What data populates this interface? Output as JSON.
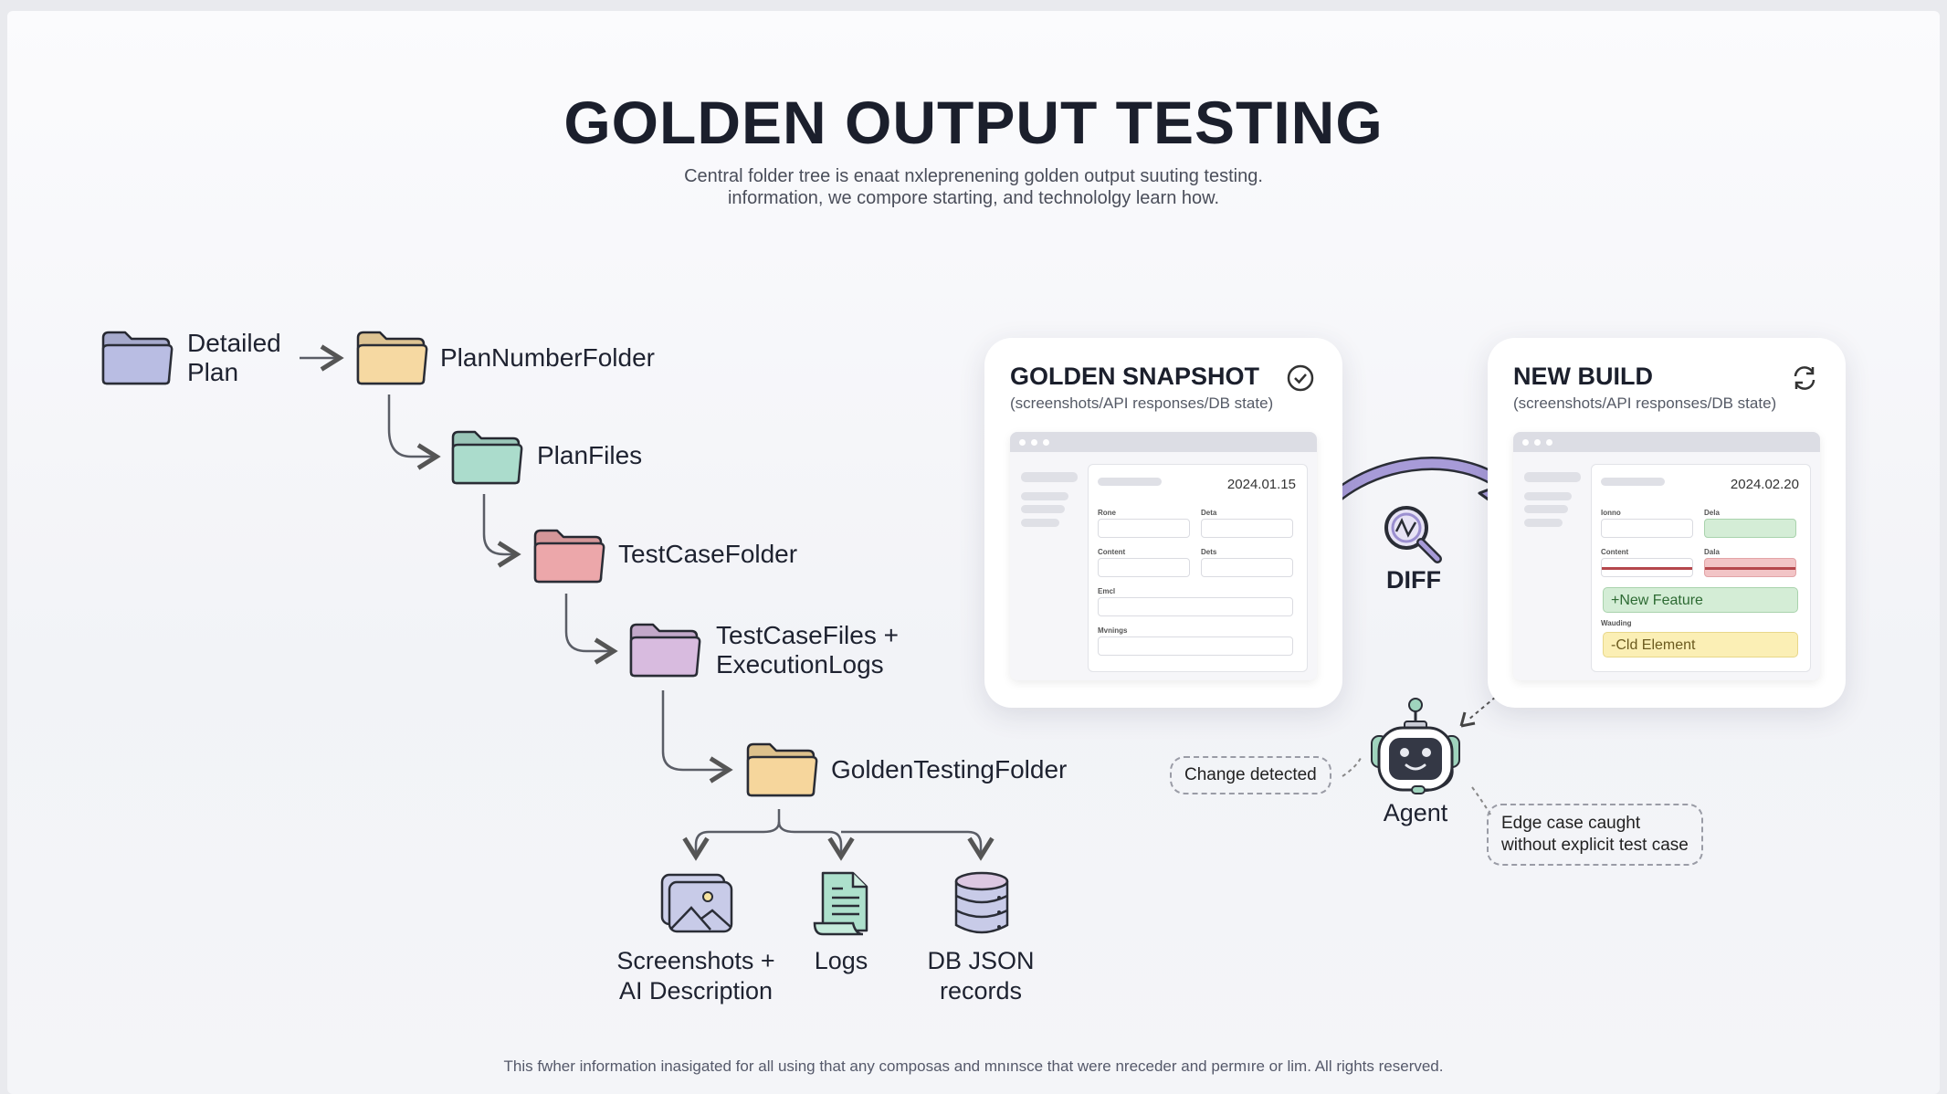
{
  "title": "GOLDEN OUTPUT TESTING",
  "subtitle": [
    "Central folder tree is enaat nxleprenening golden output suuting testing.",
    "information, we compore starting, and technololgy learn how."
  ],
  "tree": [
    {
      "label": "Detailed Plan",
      "color": "#b9bde3"
    },
    {
      "label": "PlanNumberFolder",
      "color": "#f6d9a2"
    },
    {
      "label": "PlanFiles",
      "color": "#abdccc"
    },
    {
      "label": "TestCaseFolder",
      "color": "#eca7aa"
    },
    {
      "label": "TestCaseFiles + ExecutionLogs",
      "color": "#d8bbdf"
    },
    {
      "label": "GoldenTestingFolder",
      "color": "#f6d69c"
    }
  ],
  "tree_labels": {
    "detailed_1": "Detailed",
    "detailed_2": "Plan",
    "tcf_1": "TestCaseFiles +",
    "tcf_2": "ExecutionLogs"
  },
  "outputs": [
    {
      "l1": "Screenshots +",
      "l2": "AI Description",
      "icon": "image-icon"
    },
    {
      "l1": "Logs",
      "l2": "",
      "icon": "document-icon"
    },
    {
      "l1": "DB JSON",
      "l2": "records",
      "icon": "database-icon"
    }
  ],
  "golden": {
    "title": "GOLDEN SNAPSHOT",
    "subtitle": "(screenshots/API responses/DB state)",
    "date": "2024.01.15",
    "f1": "Rone",
    "f2": "Deta",
    "f3": "Content",
    "f4": "Dets",
    "f5": "Emcl",
    "f6": "Mvnings"
  },
  "newbuild": {
    "title": "NEW BUILD",
    "subtitle": "(screenshots/API responses/DB state)",
    "date": "2024.02.20",
    "f1": "Ionno",
    "f2": "Dela",
    "f3": "Content",
    "f4": "Dala",
    "f5": "Wauding",
    "added": "+New Feature",
    "removed": "-Cld Element"
  },
  "diff": "DIFF",
  "agent": {
    "label": "Agent",
    "change": "Change detected",
    "edge_1": "Edge case caught",
    "edge_2": "without explicit test case"
  },
  "footer": "This fwher information inasigated for all using that any composas and mnınsce that were nreceder and permıre or lim. All rights reserved.",
  "colors": {
    "accent": "#9b8fd0",
    "added": "#d4edd6",
    "removed": "#f2c4c6",
    "warning": "#fbefb5"
  }
}
